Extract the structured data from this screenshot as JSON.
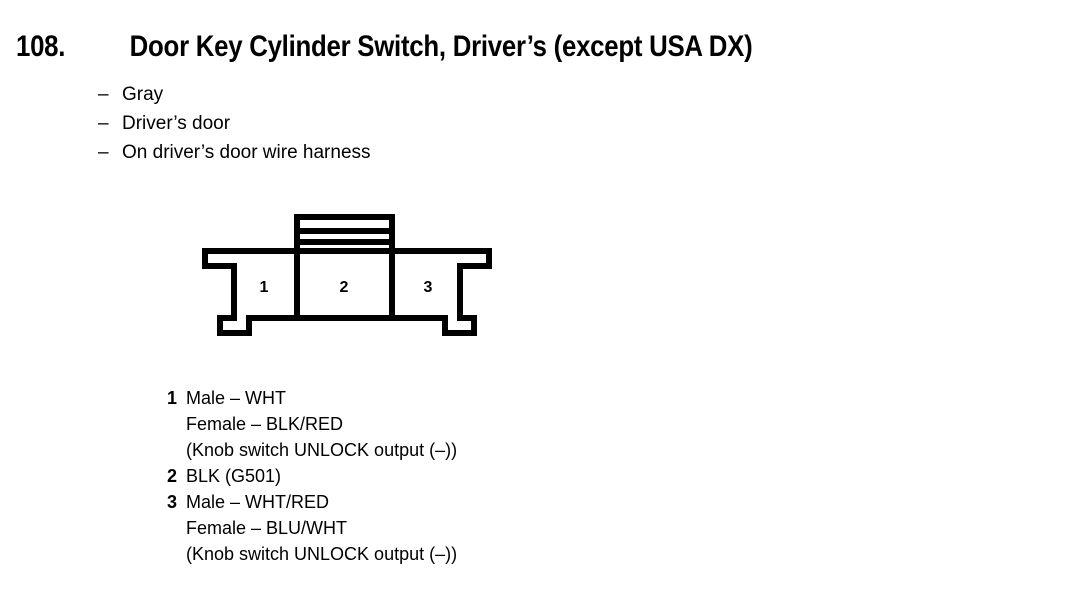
{
  "title": {
    "number": "108.",
    "text": "Door Key Cylinder Switch, Driver’s (except USA DX)"
  },
  "attributes": {
    "dash": "–",
    "items": [
      {
        "label": "Gray"
      },
      {
        "label": "Driver’s door"
      },
      {
        "label": "On driver’s door wire harness"
      }
    ]
  },
  "connector": {
    "cavities": [
      {
        "number": "1"
      },
      {
        "number": "2"
      },
      {
        "number": "3"
      }
    ]
  },
  "pin_legend": [
    {
      "number": "1",
      "lines": [
        "Male – WHT",
        "Female – BLK/RED",
        "(Knob switch UNLOCK output (–))"
      ]
    },
    {
      "number": "2",
      "lines": [
        "BLK (G501)"
      ]
    },
    {
      "number": "3",
      "lines": [
        "Male – WHT/RED",
        "Female – BLU/WHT",
        "(Knob switch UNLOCK output (–))"
      ]
    }
  ],
  "colors": {
    "ink": "#000000",
    "page": "#ffffff"
  }
}
